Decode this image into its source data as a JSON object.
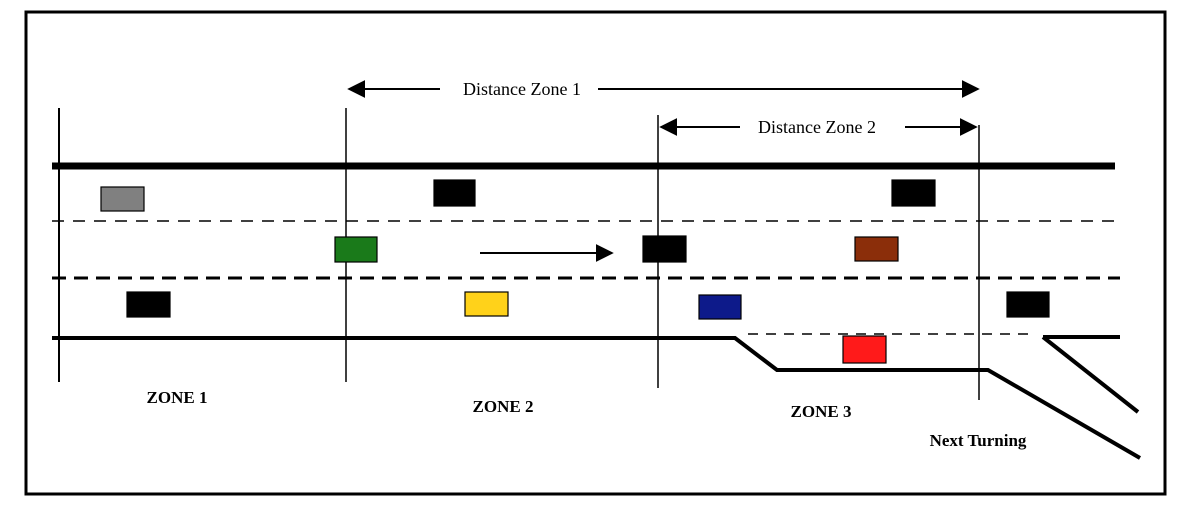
{
  "labels": {
    "distance_zone_1": "Distance Zone 1",
    "distance_zone_2": "Distance Zone 2",
    "zone_1": "ZONE 1",
    "zone_2": "ZONE 2",
    "zone_3": "ZONE 3",
    "next_turning": "Next Turning"
  },
  "colors": {
    "frame": "#000000",
    "road_line": "#000000",
    "vehicle_gray": "#808080",
    "vehicle_black": "#000000",
    "vehicle_green": "#1a7a1a",
    "vehicle_brown": "#8b2e0a",
    "vehicle_yellow": "#ffd21a",
    "vehicle_blue": "#0d1a8a",
    "vehicle_red": "#ff1a1a"
  }
}
